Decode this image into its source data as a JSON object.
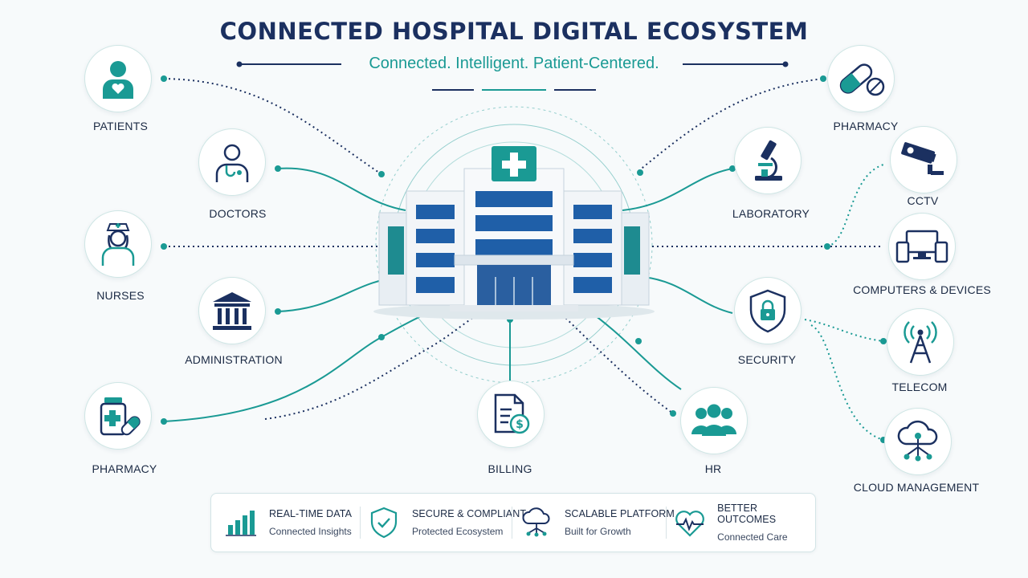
{
  "header": {
    "title": "CONNECTED HOSPITAL DIGITAL ECOSYSTEM",
    "subtitle": "Connected. Intelligent. Patient-Centered."
  },
  "colors": {
    "navy": "#1b3060",
    "teal": "#1a9a94",
    "dark_text": "#1b2a44"
  },
  "nodes": {
    "patients": {
      "label": "PATIENTS",
      "icon": "patient-heart-icon"
    },
    "doctors": {
      "label": "DOCTORS",
      "icon": "doctor-stethoscope-icon"
    },
    "nurses": {
      "label": "NURSES",
      "icon": "nurse-icon"
    },
    "administration": {
      "label": "ADMINISTRATION",
      "icon": "building-columns-icon"
    },
    "pharmacy_left": {
      "label": "PHARMACY",
      "icon": "medicine-bottle-icon"
    },
    "billing": {
      "label": "BILLING",
      "icon": "invoice-dollar-icon"
    },
    "hr": {
      "label": "HR",
      "icon": "people-group-icon"
    },
    "security": {
      "label": "SECURITY",
      "icon": "shield-lock-icon"
    },
    "laboratory": {
      "label": "LABORATORY",
      "icon": "microscope-icon"
    },
    "pharmacy_right": {
      "label": "PHARMACY",
      "icon": "capsule-pill-icon"
    },
    "cctv": {
      "label": "CCTV",
      "icon": "cctv-camera-icon"
    },
    "computers": {
      "label": "COMPUTERS & DEVICES",
      "icon": "devices-icon"
    },
    "telecom": {
      "label": "TELECOM",
      "icon": "antenna-tower-icon"
    },
    "cloud": {
      "label": "CLOUD MANAGEMENT",
      "icon": "cloud-network-icon"
    }
  },
  "features": [
    {
      "title": "REAL-TIME DATA",
      "subtitle": "Connected Insights",
      "icon": "bar-chart-icon"
    },
    {
      "title": "SECURE & COMPLIANT",
      "subtitle": "Protected Ecosystem",
      "icon": "shield-check-icon"
    },
    {
      "title": "SCALABLE PLATFORM",
      "subtitle": "Built for Growth",
      "icon": "cloud-network-icon"
    },
    {
      "title": "BETTER OUTCOMES",
      "subtitle": "Connected Care",
      "icon": "heart-pulse-icon"
    }
  ]
}
